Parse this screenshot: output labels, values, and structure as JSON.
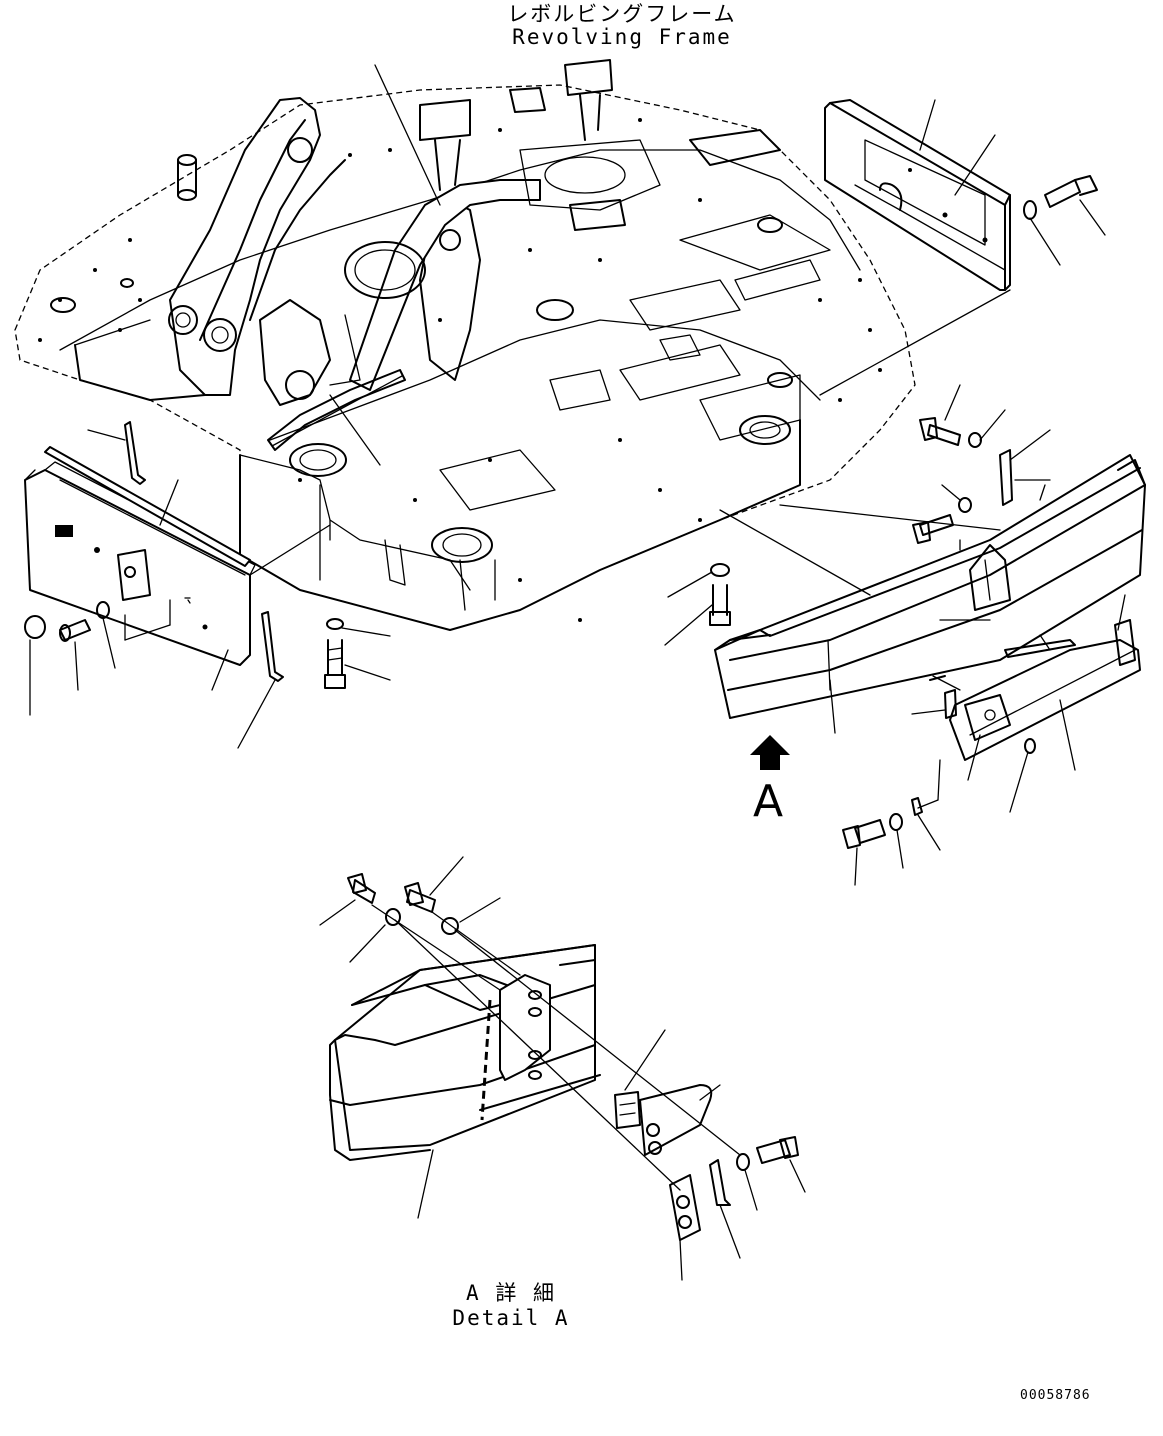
{
  "labels": {
    "frame_title_jp": "レボルビングフレーム",
    "frame_title_en": "Revolving Frame",
    "view_marker": "A",
    "detail_title_jp": "A 詳 細",
    "detail_title_en": "Detail A",
    "drawing_number": "00058786"
  },
  "icons": {
    "view_arrow": "arrow-up-icon"
  },
  "colors": {
    "line": "#000000",
    "background": "#ffffff"
  }
}
